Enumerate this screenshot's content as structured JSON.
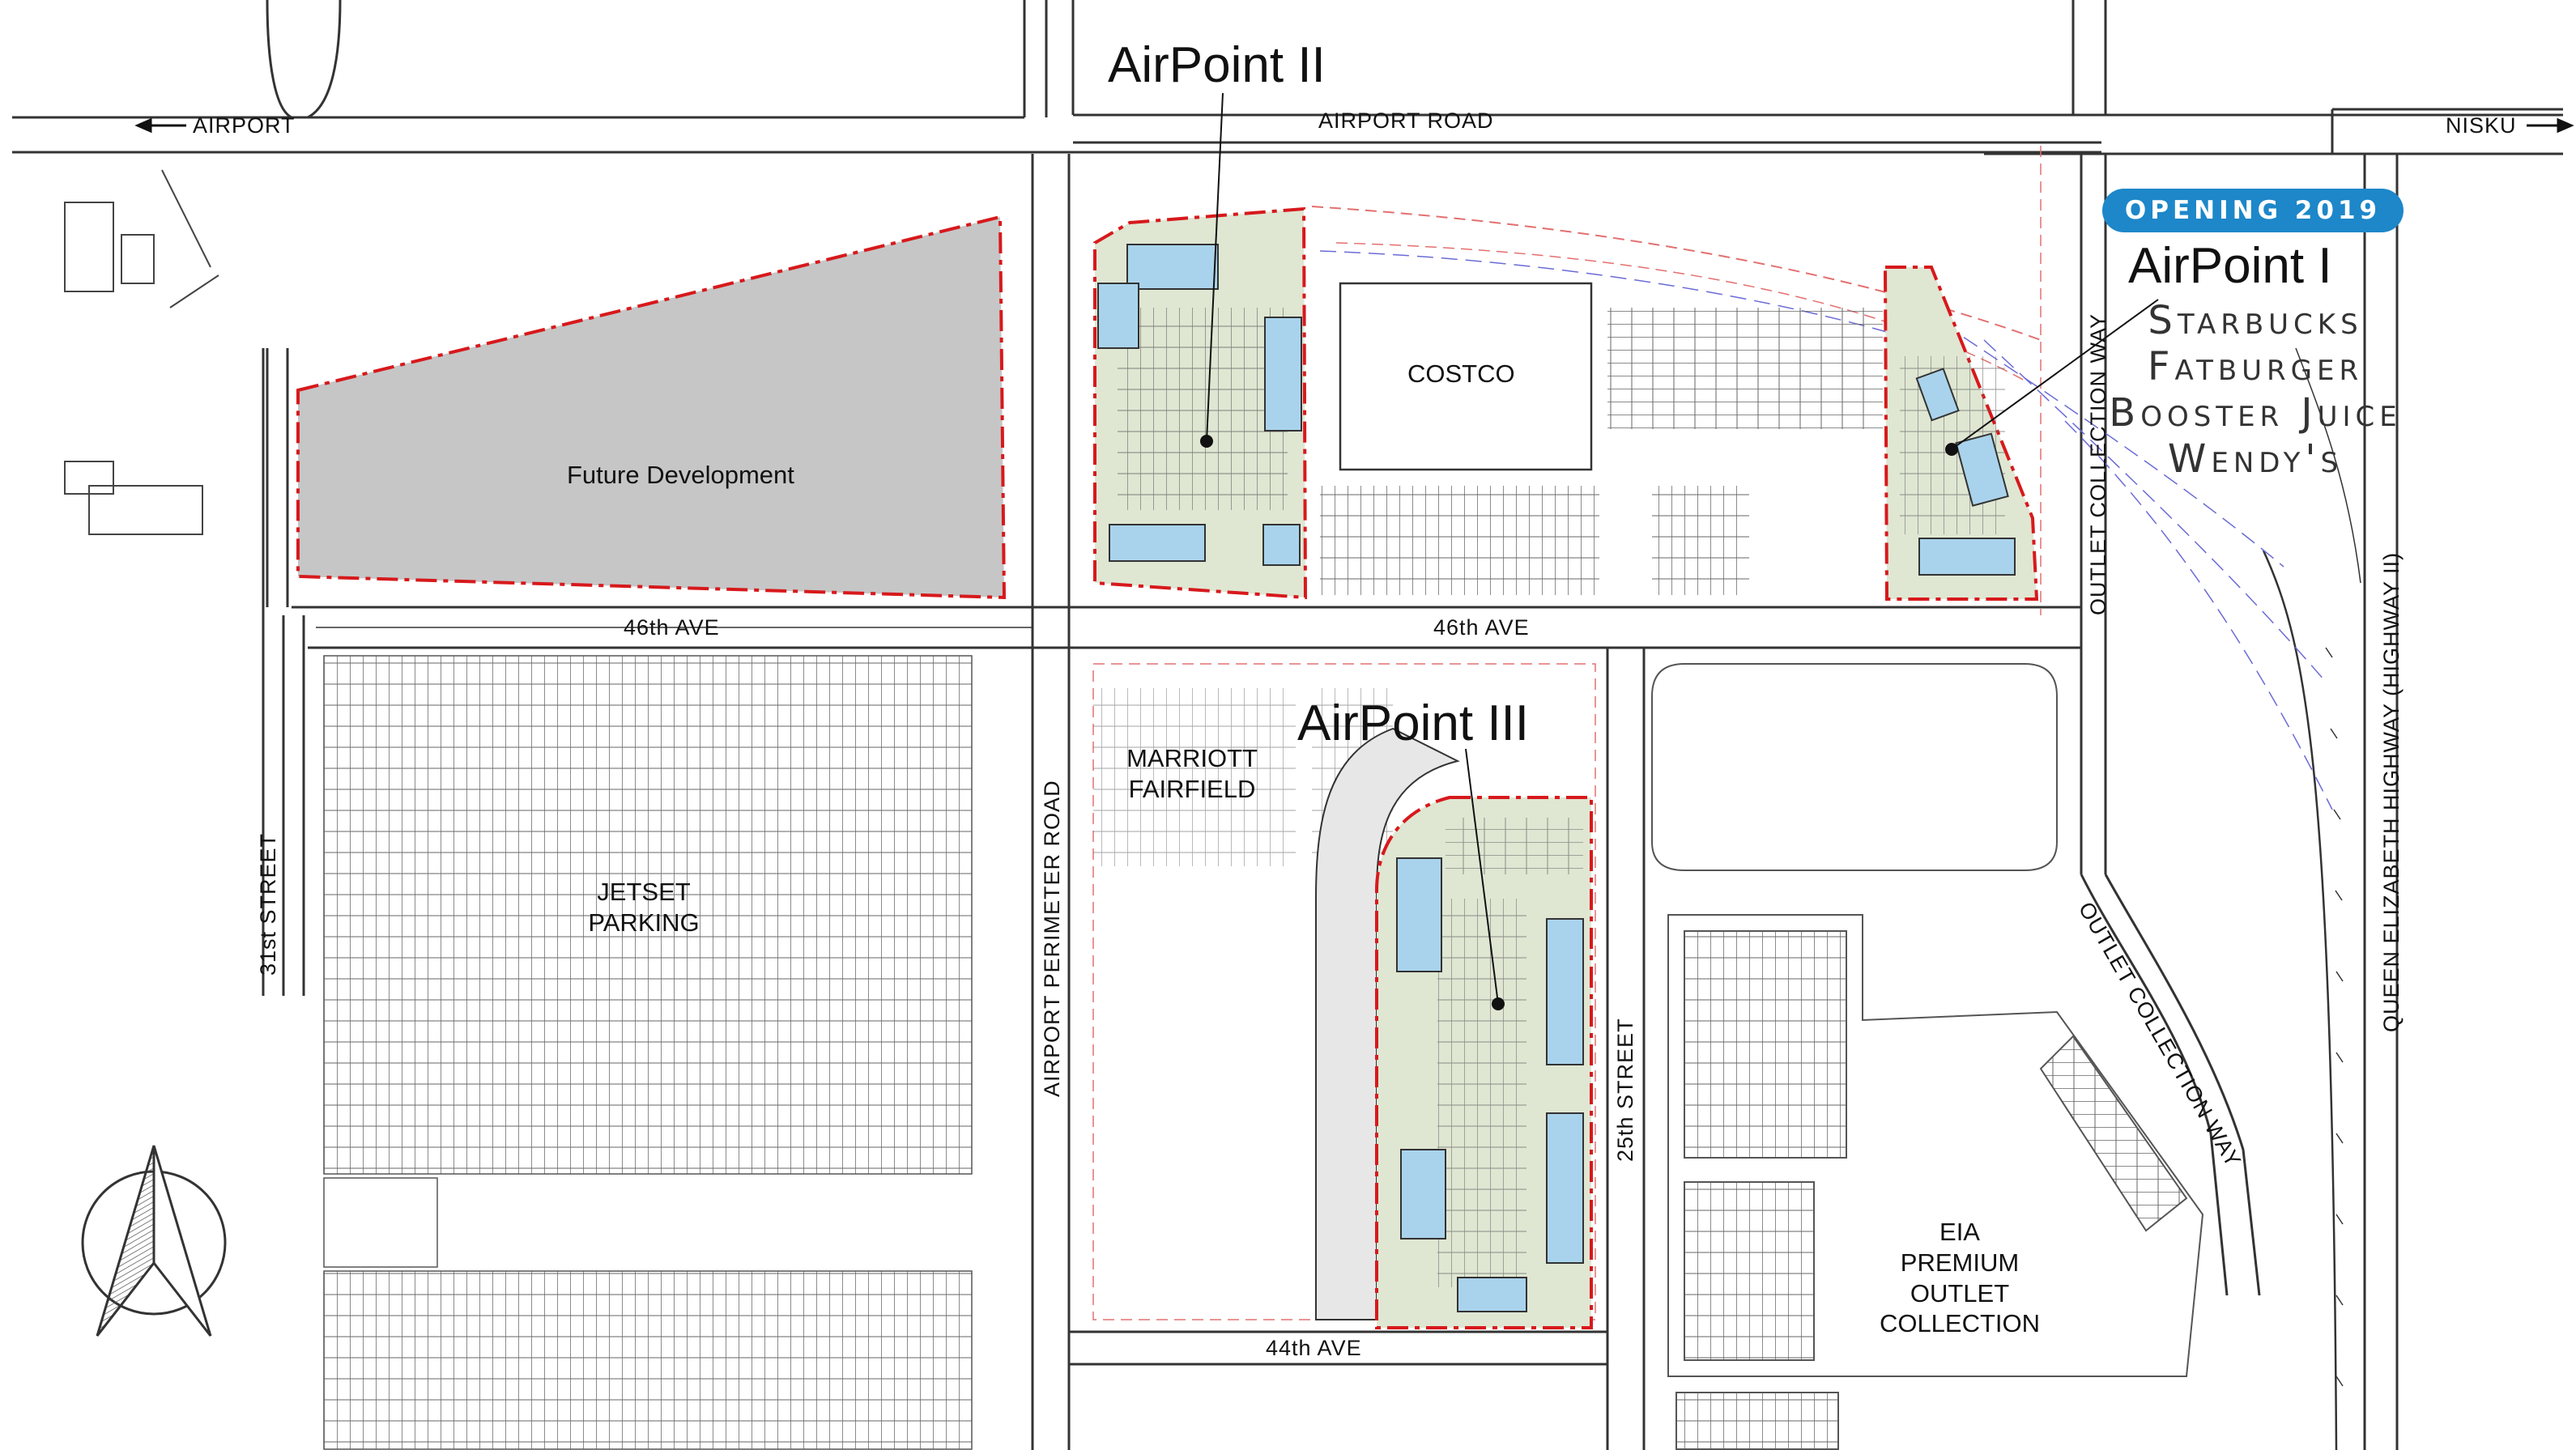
{
  "labels": {
    "airport": "AIRPORT",
    "nisku": "NISKU",
    "airport_road": "AIRPORT ROAD",
    "ave46_left": "46th AVE",
    "ave46_right": "46th AVE",
    "ave44": "44th AVE",
    "street31": "31st STREET",
    "perimeter": "AIRPORT PERIMETER ROAD",
    "street25": "25th STREET",
    "outlet_way_upper": "OUTLET COLLECTION WAY",
    "outlet_way_lower": "OUTLET COLLECTION WAY",
    "highway": "QUEEN ELIZABETH HIGHWAY (HIGHWAY II)",
    "future_dev": "Future Development",
    "costco": "COSTCO",
    "marriott_1": "MARRIOTT",
    "marriott_2": "FAIRFIELD",
    "jetset_1": "JETSET",
    "jetset_2": "PARKING",
    "eia_1": "EIA",
    "eia_2": "PREMIUM",
    "eia_3": "OUTLET",
    "eia_4": "COLLECTION"
  },
  "developments": {
    "airpoint_1": "AirPoint I",
    "airpoint_2": "AirPoint II",
    "airpoint_3": "AirPoint III"
  },
  "badge": "OPENING 2019",
  "tenants": [
    "Starbucks",
    "Fatburger",
    "Booster Juice",
    "Wendy's"
  ],
  "icons": {
    "arrow_left": "left-arrow-icon",
    "arrow_right": "right-arrow-icon",
    "north": "north-arrow-icon"
  },
  "colors": {
    "boundary": "#d7191c",
    "future_fill": "#c6c6c6",
    "site_fill": "#dfe6d2",
    "building": "#a9d3ec",
    "badge": "#1d87c9",
    "line": "#333333"
  }
}
